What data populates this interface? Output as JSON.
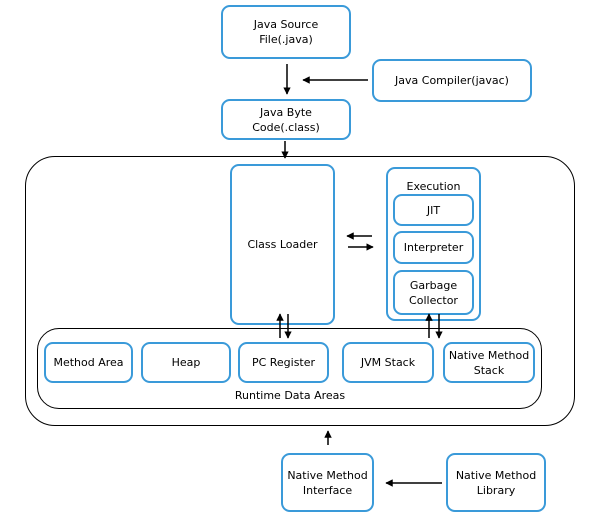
{
  "nodes": {
    "java_source": "Java Source\nFile(.java)",
    "java_compiler": "Java Compiler(javac)",
    "byte_code": "Java Byte\nCode(.class)",
    "class_loader": "Class Loader",
    "execution_title": "Execution",
    "jit": "JIT",
    "interpreter": "Interpreter",
    "garbage_collector": "Garbage\nCollector",
    "method_area": "Method Area",
    "heap": "Heap",
    "pc_register": "PC Register",
    "jvm_stack": "JVM Stack",
    "native_method_stack": "Native Method\nStack",
    "runtime_data_areas": "Runtime Data Areas",
    "native_method_interface": "Native Method\nInterface",
    "native_method_library": "Native Method\nLibrary"
  },
  "colors": {
    "box_border": "#3a9ad9",
    "line": "#000000"
  }
}
